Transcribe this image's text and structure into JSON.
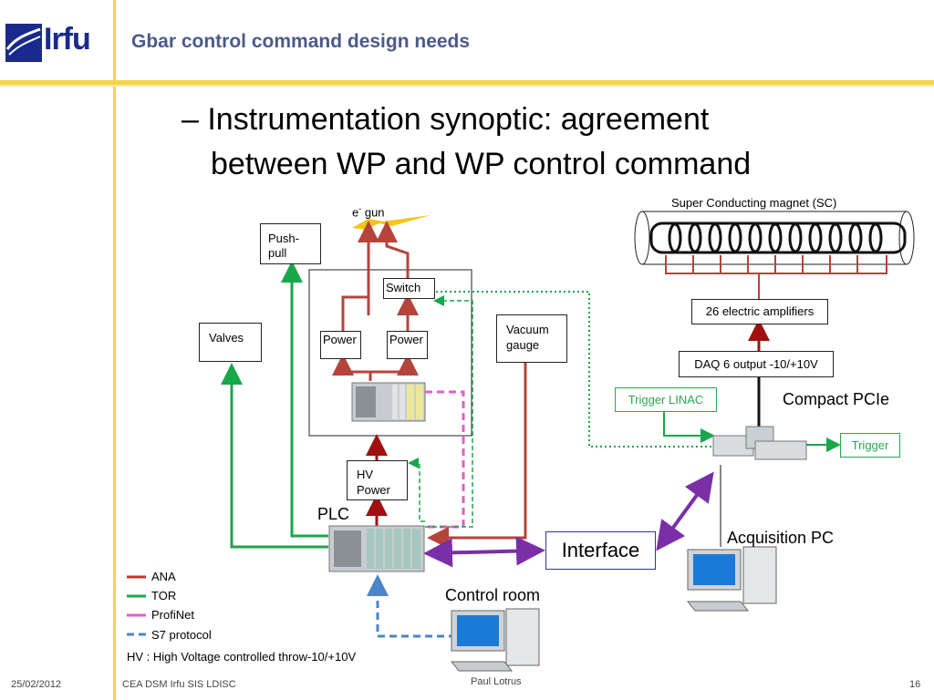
{
  "header": {
    "logo_text": "Irfu",
    "title": "Gbar control command design needs"
  },
  "bullet": {
    "line1": "– Instrumentation synoptic: agreement",
    "line2": "between WP and WP control command"
  },
  "labels": {
    "egun_e": "e",
    "egun_sup": "-",
    "egun_rest": " gun",
    "sc_magnet": "Super Conducting magnet (SC)",
    "push_pull_1": "Push-",
    "push_pull_2": "pull",
    "switch": "Switch",
    "power_1": "Power",
    "power_2": "Power",
    "valves": "Valves",
    "vacuum_1": "Vacuum",
    "vacuum_2": "gauge",
    "amplifiers": "26 electric amplifiers",
    "daq": "DAQ 6 output -10/+10V",
    "trigger_linac": "Trigger LINAC",
    "compact_pcie": "Compact PCIe",
    "trigger": "Trigger",
    "hv_power_1": "HV",
    "hv_power_2": "Power",
    "plc": "PLC",
    "interface": "Interface",
    "acquisition_pc": "Acquisition PC",
    "control_room": "Control room"
  },
  "legend": {
    "items": [
      {
        "label": "ANA",
        "color": "#c0392b"
      },
      {
        "label": "TOR",
        "color": "#1aa64a"
      },
      {
        "label": "ProfiNet",
        "color": "#e060c8"
      },
      {
        "label": "S7 protocol",
        "color": "#4a86c8"
      }
    ],
    "note": "HV : High Voltage controlled throw-10/+10V"
  },
  "colors": {
    "ana": "#b5443c",
    "tor": "#1aa64a",
    "profinet": "#e060c8",
    "s7": "#4a86c8",
    "interface_link": "#7a2fa8",
    "header_rule": "#f5d44a",
    "logo_blue": "#1a2a8c"
  },
  "footer": {
    "date": "25/02/2012",
    "org": "CEA DSM Irfu SIS LDISC",
    "author": "Paul Lotrus",
    "page": "16"
  }
}
